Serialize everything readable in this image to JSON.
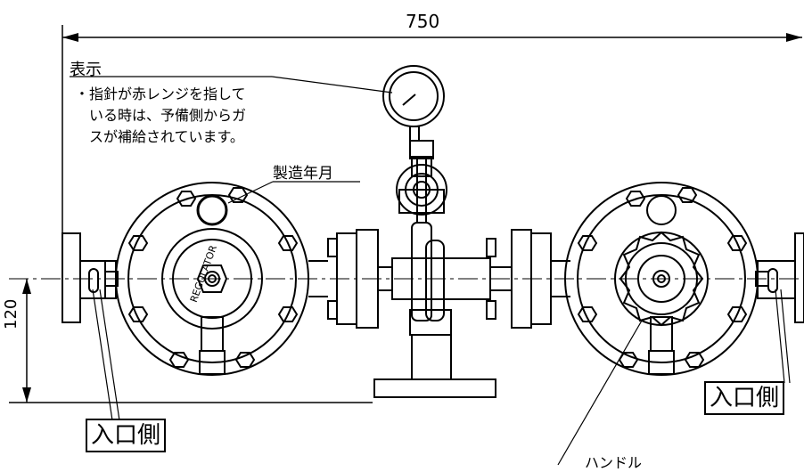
{
  "dimensions": {
    "overall_width": "750",
    "center_height": "120"
  },
  "labels": {
    "display_title": "表示",
    "display_note_line1": "・指針が赤レンジを指して",
    "display_note_line2": "いる時は、予備側からガ",
    "display_note_line3": "スが補給されています。",
    "manufacture_date": "製造年月",
    "inlet_left": "入口側",
    "inlet_right": "入口側",
    "handle": "ハンドル",
    "regulator_text": "REGULATOR"
  }
}
